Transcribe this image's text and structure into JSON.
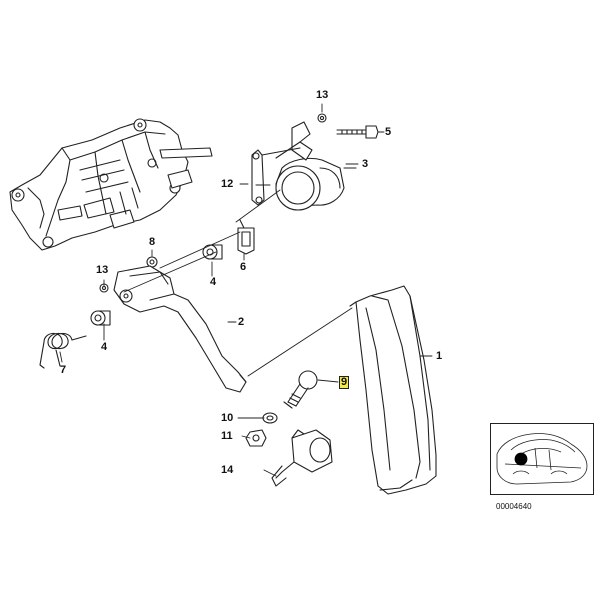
{
  "diagram": {
    "callouts": [
      {
        "key": "c1",
        "text": "1"
      },
      {
        "key": "c2",
        "text": "2"
      },
      {
        "key": "c3",
        "text": "3"
      },
      {
        "key": "c4a",
        "text": "4"
      },
      {
        "key": "c4b",
        "text": "4"
      },
      {
        "key": "c5",
        "text": "5"
      },
      {
        "key": "c6",
        "text": "6"
      },
      {
        "key": "c7",
        "text": "7"
      },
      {
        "key": "c8",
        "text": "8"
      },
      {
        "key": "c9",
        "text": "9"
      },
      {
        "key": "c10",
        "text": "10"
      },
      {
        "key": "c11",
        "text": "11"
      },
      {
        "key": "c12",
        "text": "12"
      },
      {
        "key": "c13a",
        "text": "13"
      },
      {
        "key": "c13b",
        "text": "13"
      },
      {
        "key": "c14",
        "text": "14"
      }
    ],
    "highlighted_callout": "9",
    "highlight_color": "#f4e94a",
    "reference_number": "00004640"
  },
  "colors": {
    "line": "#222222",
    "background": "#ffffff"
  }
}
